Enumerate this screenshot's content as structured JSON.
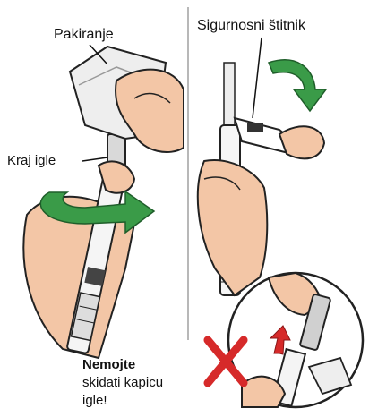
{
  "labels": {
    "packaging": "Pakiranje",
    "needle_tip": "Kraj igle",
    "safety_shield": "Sigurnosni štitnik"
  },
  "warning": {
    "strong": "Nemojte",
    "rest": "skidati kapicu igle!"
  },
  "colors": {
    "arrow_green": "#3a9b48",
    "cross_red": "#d62a2a",
    "skin": "#f3c6a6",
    "outline": "#222222"
  }
}
